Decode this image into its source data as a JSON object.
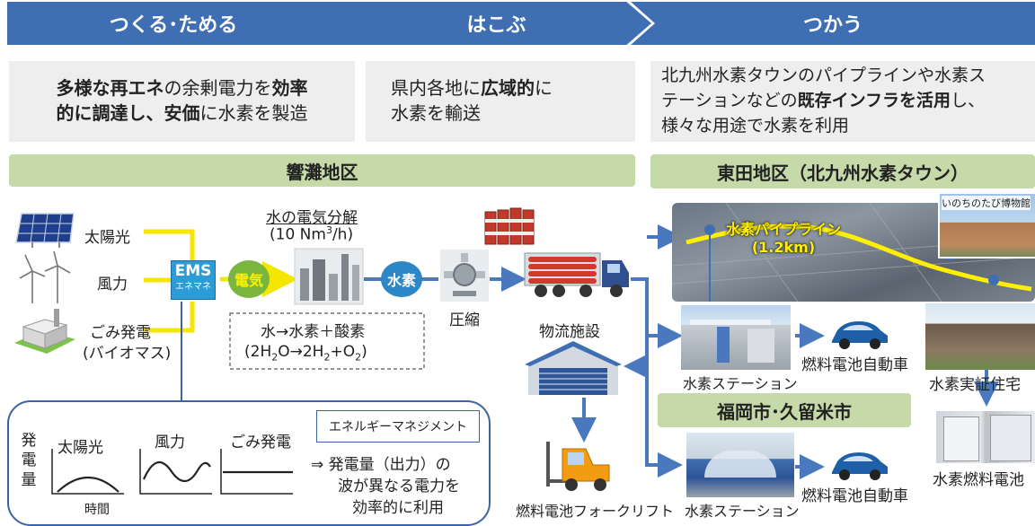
{
  "header": {
    "col1": "つくる･ためる",
    "col2": "はこぶ",
    "col3": "つかう"
  },
  "desc": {
    "col1_l1_a": "多様な",
    "col1_l1_b": "再エネ",
    "col1_l1_c": "の余剰電力を",
    "col1_l1_d": "効率",
    "col1_l2_a": "的に調達し、安価",
    "col1_l2_b": "に水素を製造",
    "col2_l1_a": "県内各地に",
    "col2_l1_b": "広域的",
    "col2_l1_c": "に",
    "col2_l2": "水素を輸送",
    "col3_l1": "北九州水素タウンのパイプラインや水素ス",
    "col3_l2_a": "テーションなどの",
    "col3_l2_b": "既存インフラを活用",
    "col3_l2_c": "し、",
    "col3_l3": "様々な用途で水素を利用"
  },
  "regions": {
    "hibiki": "響灘地区",
    "higashida": "東田地区（北九州水素タウン）",
    "fukuoka": "福岡市･久留米市"
  },
  "sources": {
    "solar": "太陽光",
    "wind": "風力",
    "waste_l1": "ごみ発電",
    "waste_l2": "(バイオマス)"
  },
  "ems": {
    "top": "EMS",
    "bottom": "エネマネ"
  },
  "electricity": "電気",
  "hydrogen": "水素",
  "electrolysis": {
    "title": "水の電気分解",
    "rate_prefix": "(10 Nm",
    "rate_sup": "3",
    "rate_suffix": "/h)",
    "reaction_l1": "水→水素＋酸素"
  },
  "compress": "圧縮",
  "logistics": "物流施設",
  "forklift": "燃料電池フォークリフト",
  "pipeline": {
    "l1": "水素パイプライン",
    "l2": "(1.2km)"
  },
  "museum": "いのちのたび博物館",
  "station1": "水素ステーション",
  "fcv1": "燃料電池自動車",
  "house": "水素実証住宅",
  "station2": "水素ステーション",
  "fcv2": "燃料電池自動車",
  "fuelcell": "水素燃料電池",
  "chart": {
    "ylabel_1": "発",
    "ylabel_2": "電",
    "ylabel_3": "量",
    "solar": "太陽光",
    "wind": "風力",
    "waste": "ごみ発電",
    "xlabel": "時間",
    "ems_box": "エネルギーマネジメント",
    "note_l1": "⇒ 発電量（出力）の",
    "note_l2": "波が異なる電力を",
    "note_l3": "効率的に利用"
  }
}
